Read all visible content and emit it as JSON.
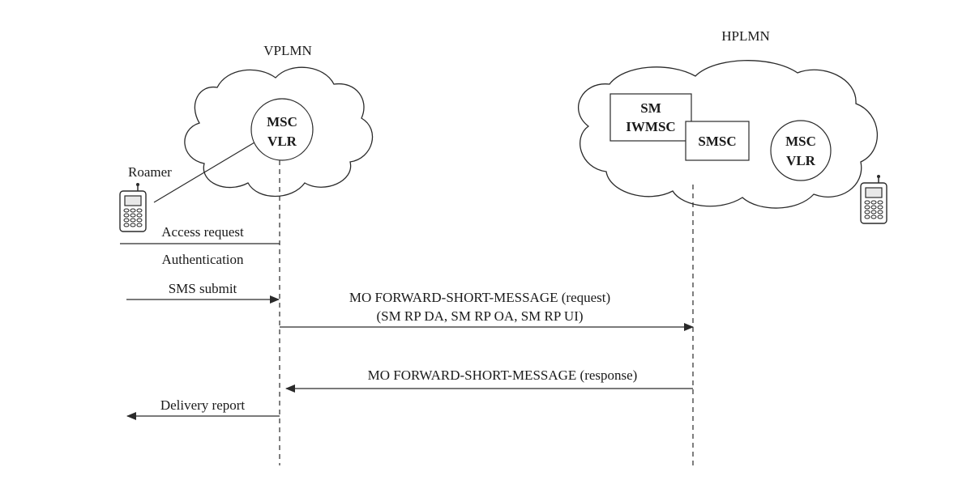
{
  "networks": {
    "visited": "VPLMN",
    "home": "HPLMN"
  },
  "nodes": {
    "vplmn_msc": "MSC",
    "vplmn_vlr": "VLR",
    "sm_line1": "SM",
    "sm_line2": "IWMSC",
    "smsc": "SMSC",
    "hplmn_msc": "MSC",
    "hplmn_vlr": "VLR"
  },
  "roamer_label": "Roamer",
  "messages": {
    "access_request": "Access request",
    "authentication": "Authentication",
    "sms_submit": "SMS submit",
    "mo_request_line1": "MO FORWARD-SHORT-MESSAGE (request)",
    "mo_request_line2": "(SM RP DA, SM RP OA, SM RP UI)",
    "mo_response": "MO FORWARD-SHORT-MESSAGE (response)",
    "delivery_report": "Delivery report"
  },
  "icons": [
    "mobile-phone-icon"
  ],
  "colors": {
    "ink": "#2a2a2a",
    "background": "#ffffff"
  }
}
